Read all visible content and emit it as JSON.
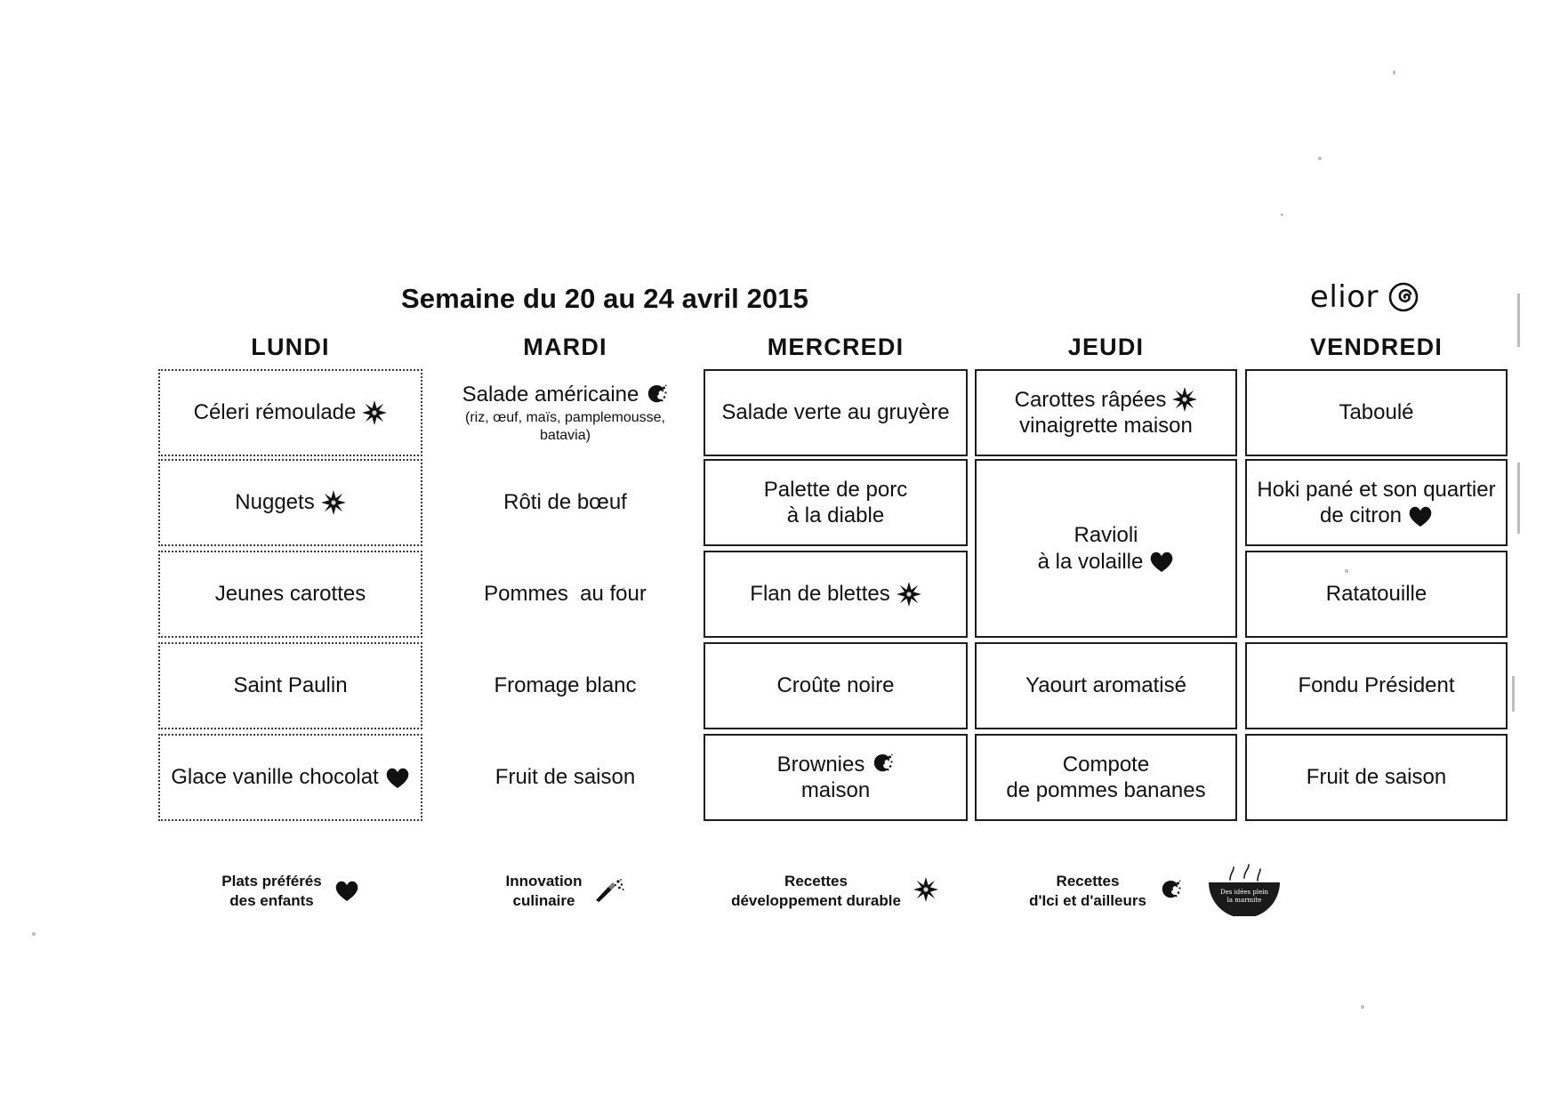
{
  "header": {
    "title": "Semaine du 20 au 24 avril 2015",
    "brand_word": "elior",
    "brand_mark_name": "elior-spiral-logo"
  },
  "days": [
    "LUNDI",
    "MARDI",
    "MERCREDI",
    "JEUDI",
    "VENDREDI"
  ],
  "menu": {
    "lundi": [
      {
        "text": "Céleri rémoulade",
        "icon": "star"
      },
      {
        "text": "Nuggets",
        "icon": "star"
      },
      {
        "text": "Jeunes carottes",
        "icon": ""
      },
      {
        "text": "Saint Paulin",
        "icon": ""
      },
      {
        "text": "Glace vanille chocolat",
        "icon": "heart"
      }
    ],
    "mardi": [
      {
        "text": "Salade américaine",
        "icon": "globe",
        "sub": "(riz, œuf, maïs, pamplemousse, batavia)"
      },
      {
        "text": "Rôti de bœuf",
        "icon": ""
      },
      {
        "text": "Pommes  au four",
        "icon": ""
      },
      {
        "text": "Fromage blanc",
        "icon": ""
      },
      {
        "text": "Fruit de saison",
        "icon": ""
      }
    ],
    "mercredi": [
      {
        "text": "Salade verte au gruyère",
        "icon": ""
      },
      {
        "text": "Palette de porc\nà la diable",
        "icon": ""
      },
      {
        "text": "Flan de blettes",
        "icon": "star"
      },
      {
        "text": "Croûte noire",
        "icon": ""
      },
      {
        "text": "Brownies",
        "icon": "globe",
        "line2": "maison"
      }
    ],
    "jeudi": [
      {
        "text": "Carottes râpées",
        "icon": "star",
        "line2": "vinaigrette maison"
      },
      {
        "text": "Ravioli\nà la volaille",
        "icon": "heart"
      },
      {
        "text": "Yaourt aromatisé",
        "icon": ""
      },
      {
        "text": "Compote\nde pommes bananes",
        "icon": ""
      }
    ],
    "vendredi": [
      {
        "text": "Taboulé",
        "icon": ""
      },
      {
        "text": "Hoki pané et son quartier\nde citron",
        "icon": "heart"
      },
      {
        "text": "Ratatouille",
        "icon": ""
      },
      {
        "text": "Fondu Président",
        "icon": ""
      },
      {
        "text": "Fruit de saison",
        "icon": ""
      }
    ]
  },
  "legend": [
    {
      "line1": "Plats préférés",
      "line2": "des enfants",
      "icon": "heart"
    },
    {
      "line1": "Innovation",
      "line2": "culinaire",
      "icon": "wand"
    },
    {
      "line1": "Recettes",
      "line2": "développement durable",
      "icon": "star"
    },
    {
      "line1": "Recettes",
      "line2": "d'Ici et d'ailleurs",
      "icon": "globe"
    }
  ],
  "stamp": {
    "name": "des-idees-plein-la-marmite-stamp"
  }
}
